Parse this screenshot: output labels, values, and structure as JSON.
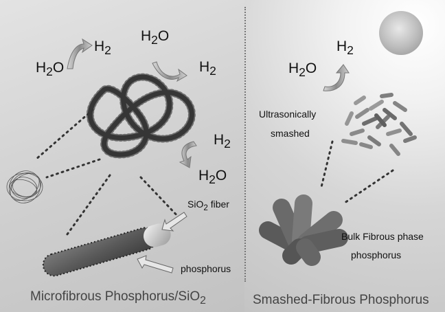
{
  "left_panel": {
    "caption": {
      "text": "Microfibrous Phosphorus/SiO",
      "sub": "2"
    },
    "labels": {
      "h2_a": {
        "base": "H",
        "sub": "2"
      },
      "h2o_a": {
        "base": "H",
        "sub": "2",
        "tail": "O"
      },
      "h2o_b": {
        "base": "H",
        "sub": "2",
        "tail": "O"
      },
      "h2_b": {
        "base": "H",
        "sub": "2"
      },
      "h2_c": {
        "base": "H",
        "sub": "2"
      },
      "h2o_c": {
        "base": "H",
        "sub": "2",
        "tail": "O"
      },
      "sio2_fiber": {
        "base": "SiO",
        "sub": "2",
        "tail": " fiber"
      },
      "phosphorus": "phosphorus"
    }
  },
  "right_panel": {
    "caption": "Smashed-Fibrous Phosphorus",
    "labels": {
      "h2": {
        "base": "H",
        "sub": "2"
      },
      "h2o": {
        "base": "H",
        "sub": "2",
        "tail": "O"
      },
      "ultrasonically": "Ultrasonically",
      "smashed": "smashed",
      "bulk_line1": "Bulk Fibrous phase",
      "bulk_line2": "phosphorus"
    }
  }
}
